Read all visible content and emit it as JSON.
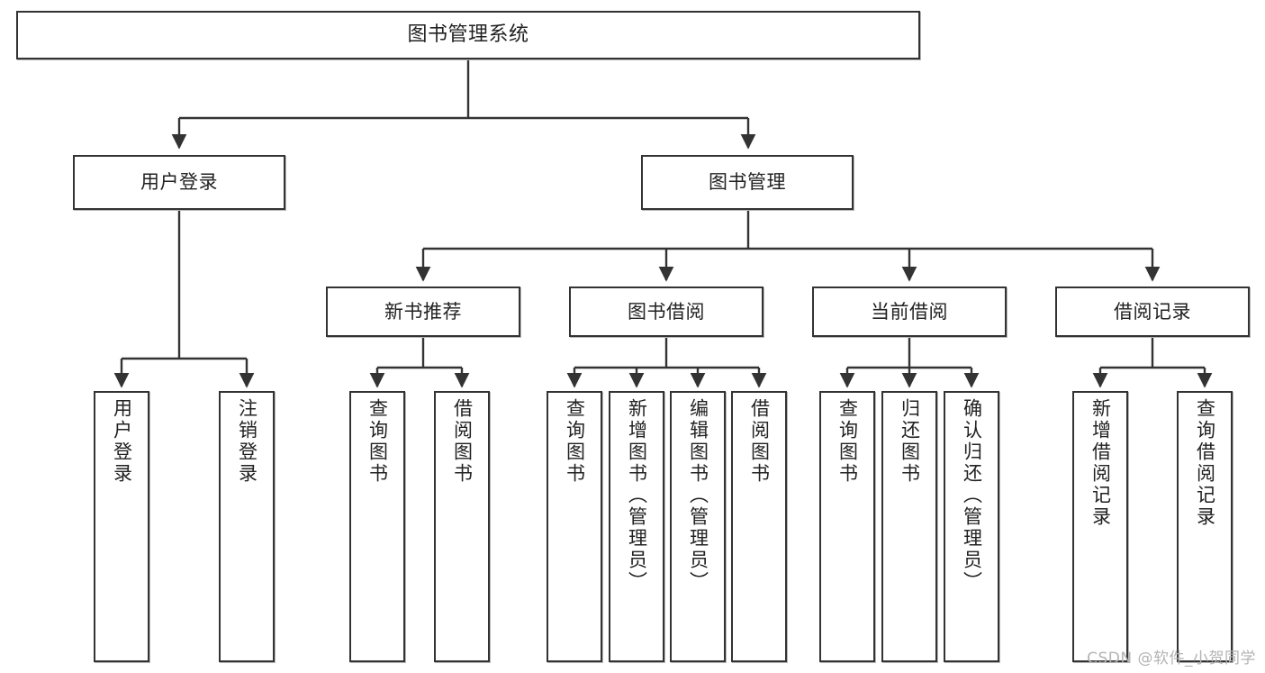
{
  "diagram": {
    "title": "图书管理系统",
    "type": "tree-functional-structure",
    "watermark": "CSDN @软件_小贺同学",
    "colors": {
      "box_border": "#333333",
      "box_fill": "#ffffff",
      "edge": "#333333",
      "text": "#222222",
      "watermark": "#b3b3b3",
      "background": "#ffffff"
    },
    "nodes": {
      "root": {
        "label": "图书管理系统"
      },
      "level1": [
        {
          "id": "user-login",
          "label": "用户登录"
        },
        {
          "id": "book-manage",
          "label": "图书管理"
        }
      ],
      "level2": [
        {
          "id": "new-book-rec",
          "label": "新书推荐"
        },
        {
          "id": "book-borrow",
          "label": "图书借阅"
        },
        {
          "id": "current-borrow",
          "label": "当前借阅"
        },
        {
          "id": "borrow-record",
          "label": "借阅记录"
        }
      ],
      "leaves": {
        "user-login": [
          {
            "id": "leaf-user-login",
            "label": "用户登录"
          },
          {
            "id": "leaf-logout",
            "label": "注销登录"
          }
        ],
        "new-book-rec": [
          {
            "id": "leaf-query-book-1",
            "label": "查询图书"
          },
          {
            "id": "leaf-borrow-book-1",
            "label": "借阅图书"
          }
        ],
        "book-borrow": [
          {
            "id": "leaf-query-book-2",
            "label": "查询图书"
          },
          {
            "id": "leaf-add-book",
            "label": "新增图书（管理员）"
          },
          {
            "id": "leaf-edit-book",
            "label": "编辑图书（管理员）"
          },
          {
            "id": "leaf-borrow-book-2",
            "label": "借阅图书"
          }
        ],
        "current-borrow": [
          {
            "id": "leaf-query-book-3",
            "label": "查询图书"
          },
          {
            "id": "leaf-return-book",
            "label": "归还图书"
          },
          {
            "id": "leaf-confirm-return",
            "label": "确认归还（管理员）"
          }
        ],
        "borrow-record": [
          {
            "id": "leaf-add-record",
            "label": "新增借阅记录"
          },
          {
            "id": "leaf-query-record",
            "label": "查询借阅记录"
          }
        ]
      }
    }
  }
}
